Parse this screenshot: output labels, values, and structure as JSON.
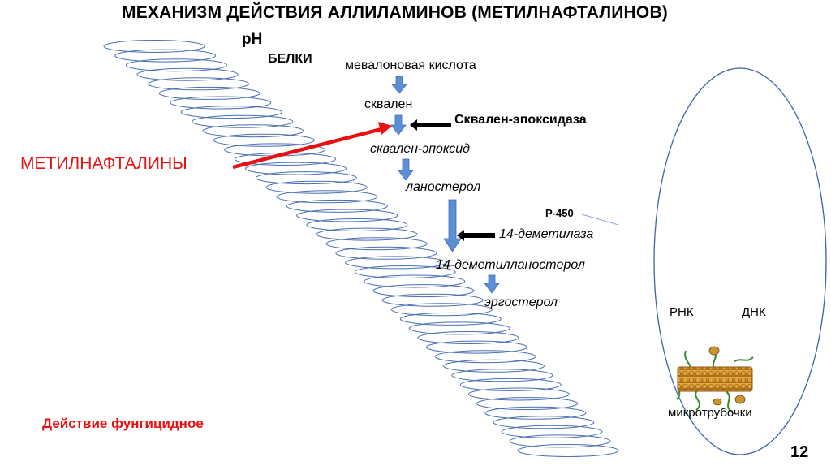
{
  "title": "МЕХАНИЗМ ДЕЙСТВИЯ АЛЛИЛАМИНОВ (МЕТИЛНАФТАЛИНОВ)",
  "membrane": {
    "ph_label": "pH",
    "proteins_label": "БЕЛКИ"
  },
  "pathway": {
    "mevalonic_acid": "мевалоновая кислота",
    "squalene": "сквален",
    "squalene_epoxide": "сквален-эпоксид",
    "lanosterol": "ланостерол",
    "demethyl_lanosterol": "14-деметилланостерол",
    "ergosterol": "эргостерол"
  },
  "enzymes": {
    "squalene_epoxidase": "Сквален-эпоксидаза",
    "p450": "P-450",
    "demethylase": "14-деметилаза"
  },
  "drug_label": "МЕТИЛНАФТАЛИНЫ",
  "nucleus": {
    "rna": "РНК",
    "dna": "ДНК",
    "microtubules": "микротрубочки"
  },
  "effect": "Действие фунгицидное",
  "page_number": "12",
  "colors": {
    "arrow_blue": "#5b8fd6",
    "drug_red": "#e81010",
    "ring_blue": "#4a6fb5",
    "cell_outline": "#3f63a8"
  }
}
